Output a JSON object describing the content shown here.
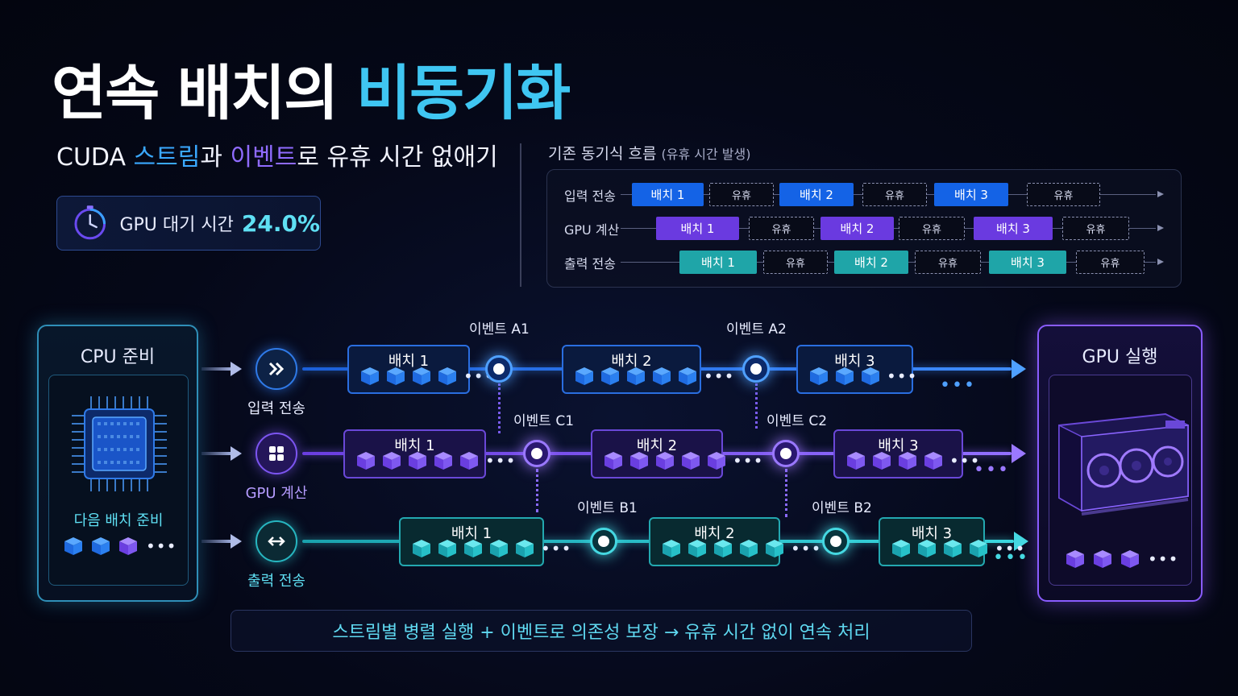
{
  "title": {
    "part1": "연속 배치의 ",
    "part2": "비동기화"
  },
  "subtitle": {
    "p1": "CUDA ",
    "streams": "스트림",
    "p2": "과 ",
    "events": "이벤트",
    "p3": "로 유휴 시간 없애기"
  },
  "gpu_wait": {
    "label": "GPU 대기 시간",
    "value": "24.0%",
    "icon": "timer-icon"
  },
  "sync_flow": {
    "title": "기존 동기식 흐름",
    "title_note": "(유휴 시간 발생)",
    "rows": [
      {
        "label": "입력 전송",
        "kind": "input",
        "blocks": [
          {
            "t": "배치 1",
            "k": "input"
          },
          {
            "t": "유휴",
            "k": "idle"
          },
          {
            "t": "배치 2",
            "k": "input"
          },
          {
            "t": "유휴",
            "k": "idle"
          },
          {
            "t": "배치 3",
            "k": "input"
          },
          {
            "t": "유휴",
            "k": "idle"
          }
        ]
      },
      {
        "label": "GPU 계산",
        "kind": "gpu",
        "blocks": [
          {
            "t": "배치 1",
            "k": "gpu"
          },
          {
            "t": "유휴",
            "k": "idle"
          },
          {
            "t": "배치 2",
            "k": "gpu"
          },
          {
            "t": "유휴",
            "k": "idle"
          },
          {
            "t": "배치 3",
            "k": "gpu"
          },
          {
            "t": "유휴",
            "k": "idle"
          }
        ]
      },
      {
        "label": "출력 전송",
        "kind": "output",
        "blocks": [
          {
            "t": "배치 1",
            "k": "output"
          },
          {
            "t": "유휴",
            "k": "idle"
          },
          {
            "t": "배치 2",
            "k": "output"
          },
          {
            "t": "유휴",
            "k": "idle"
          },
          {
            "t": "배치 3",
            "k": "output"
          },
          {
            "t": "유휴",
            "k": "idle"
          }
        ]
      }
    ]
  },
  "cpu_box": {
    "title": "CPU 준비",
    "next_batch": "다음 배치 준비",
    "dots": "•••"
  },
  "gpu_box": {
    "title": "GPU 실행",
    "dots": "•••"
  },
  "streams": [
    {
      "label": "입력 전송",
      "icon": "double-chevron-right-icon",
      "color": "#2f7ae8",
      "batches": [
        "배치 1",
        "배치 2",
        "배치 3"
      ],
      "events": [
        "이벤트 A1",
        "이벤트 A2"
      ]
    },
    {
      "label": "GPU 계산",
      "icon": "grid-icon",
      "color": "#7c55f0",
      "batches": [
        "배치 1",
        "배치 2",
        "배치 3"
      ],
      "events": [
        "이벤트 C1",
        "이벤트 C2"
      ]
    },
    {
      "label": "출력 전송",
      "icon": "bidirectional-arrow-icon",
      "color": "#27b6c0",
      "batches": [
        "배치 1",
        "배치 2",
        "배치 3"
      ],
      "events": [
        "이벤트 B1",
        "이벤트 B2"
      ]
    }
  ],
  "dots": "•••",
  "footer": "스트림별 병렬 실행 + 이벤트로 의존성 보장  →  유휴 시간 없이 연속 처리",
  "colors": {
    "input": "#2f7ae8",
    "gpu": "#7c55f0",
    "output": "#27b6c0",
    "accent": "#3fc6f2"
  }
}
